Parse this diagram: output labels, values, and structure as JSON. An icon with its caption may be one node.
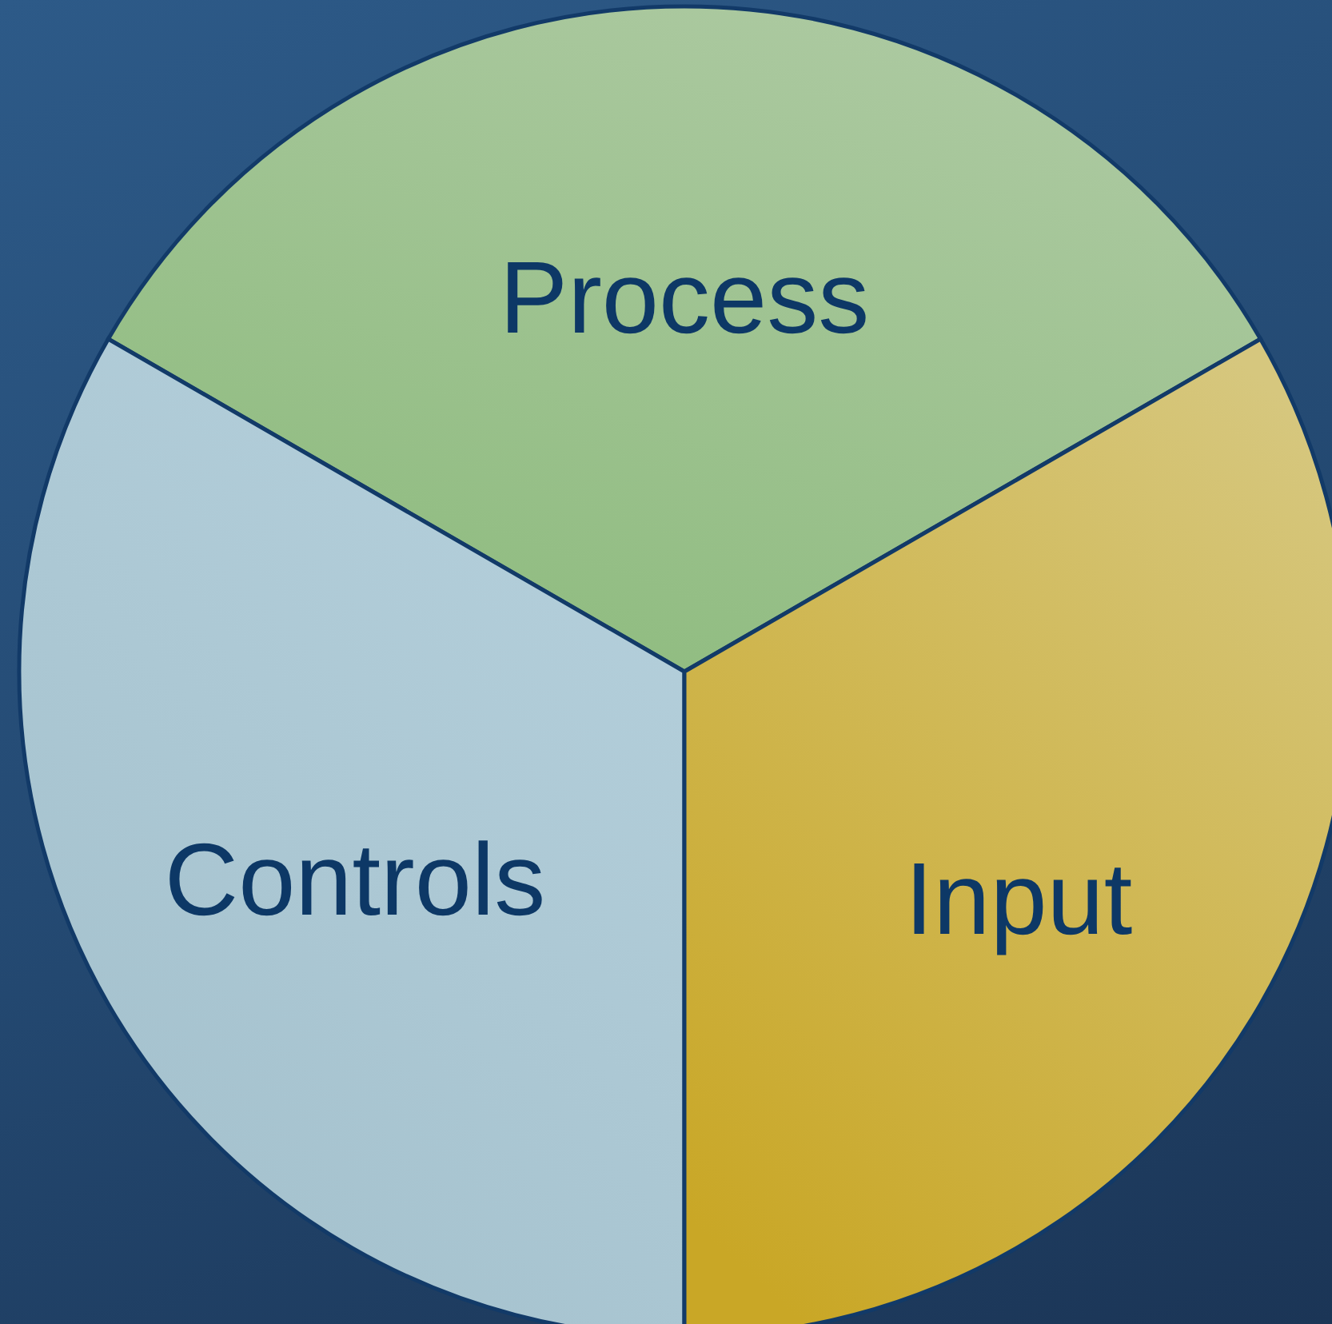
{
  "diagram": {
    "nodes": [
      {
        "text": [
          "Process"
        ]
      },
      {
        "text": [
          "Controls"
        ]
      },
      {
        "text": [
          "Input"
        ]
      }
    ]
  }
}
